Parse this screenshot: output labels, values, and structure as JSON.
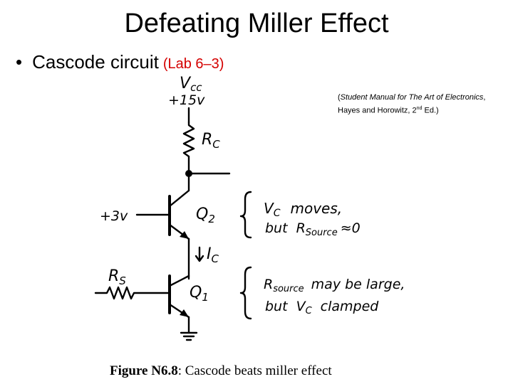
{
  "slide": {
    "title": "Defeating Miller Effect",
    "bullet_text": "Cascode circuit",
    "lab_ref": "(Lab 6–3)"
  },
  "citation": {
    "open_paren": "(",
    "book": "Student Manual for The Art of Electronics",
    "after_book": ",",
    "line2_prefix": "Hayes and Horowitz, 2",
    "line2_sup": "nd",
    "line2_suffix": " Ed.)"
  },
  "circuit": {
    "vcc_label": "V",
    "vcc_sub": "cc",
    "vcc_value": "+15v",
    "rc_label": "R",
    "rc_sub": "C",
    "bias_label": "+3v",
    "q2_label": "Q",
    "q2_sub": "2",
    "ic_label": "I",
    "ic_sub": "C",
    "rs_label": "R",
    "rs_sub": "S",
    "q1_label": "Q",
    "q1_sub": "1"
  },
  "annotations": {
    "top_line1_v": "V",
    "top_line1_sub": "C",
    "top_line1_rest": "moves,",
    "top_line2_but": "but",
    "top_line2_r": "R",
    "top_line2_sub": "Source",
    "top_line2_rest": "≈0",
    "bottom_line1_r": "R",
    "bottom_line1_sub": "source",
    "bottom_line1_rest": "may be large,",
    "bottom_line2_but": "but",
    "bottom_line2_v": "V",
    "bottom_line2_sub": "C",
    "bottom_line2_rest": "clamped"
  },
  "figure_caption": {
    "label": "Figure N6.8",
    "text": ": Cascode beats miller effect"
  }
}
